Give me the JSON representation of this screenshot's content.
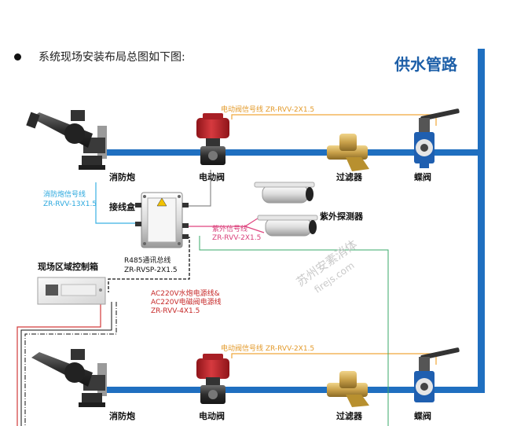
{
  "intro": "系统现场安装布局总图如下图:",
  "title": "供水管路",
  "labels": {
    "cannon": "消防炮",
    "valve": "电动阀",
    "filter": "过滤器",
    "butterfly": "蝶阀",
    "junction": "接线盒",
    "uv_detector": "紫外探测器",
    "control_box": "现场区域控制箱"
  },
  "cables": {
    "valve_signal": "电动阀信号线 ZR-RVV-2X1.5",
    "cannon_signal_1": "消防炮信号线",
    "cannon_signal_2": "ZR-RVV-13X1.5",
    "uv_signal_1": "紫外信号线",
    "uv_signal_2": "ZR-RVV-2X1.5",
    "rs485_1": "R485通讯总线",
    "rs485_2": "ZR-RVSP-2X1.5",
    "power_1": "AC220V水炮电源线&",
    "power_2": "AC220V电磁阀电源线",
    "power_3": "ZR-RVV-4X1.5"
  },
  "watermark": {
    "line1": "苏州安素消体",
    "line2": "firejs.com"
  },
  "colors": {
    "pipe": "#1f6fc0",
    "valve_red": "#c0282e",
    "brass": "#c9a14a",
    "orange_wire": "#f0a83a",
    "cyan_wire": "#3ab0e2",
    "pink_wire": "#e0457f",
    "green_wire": "#3aa86a",
    "red_wire": "#d23a3a"
  }
}
